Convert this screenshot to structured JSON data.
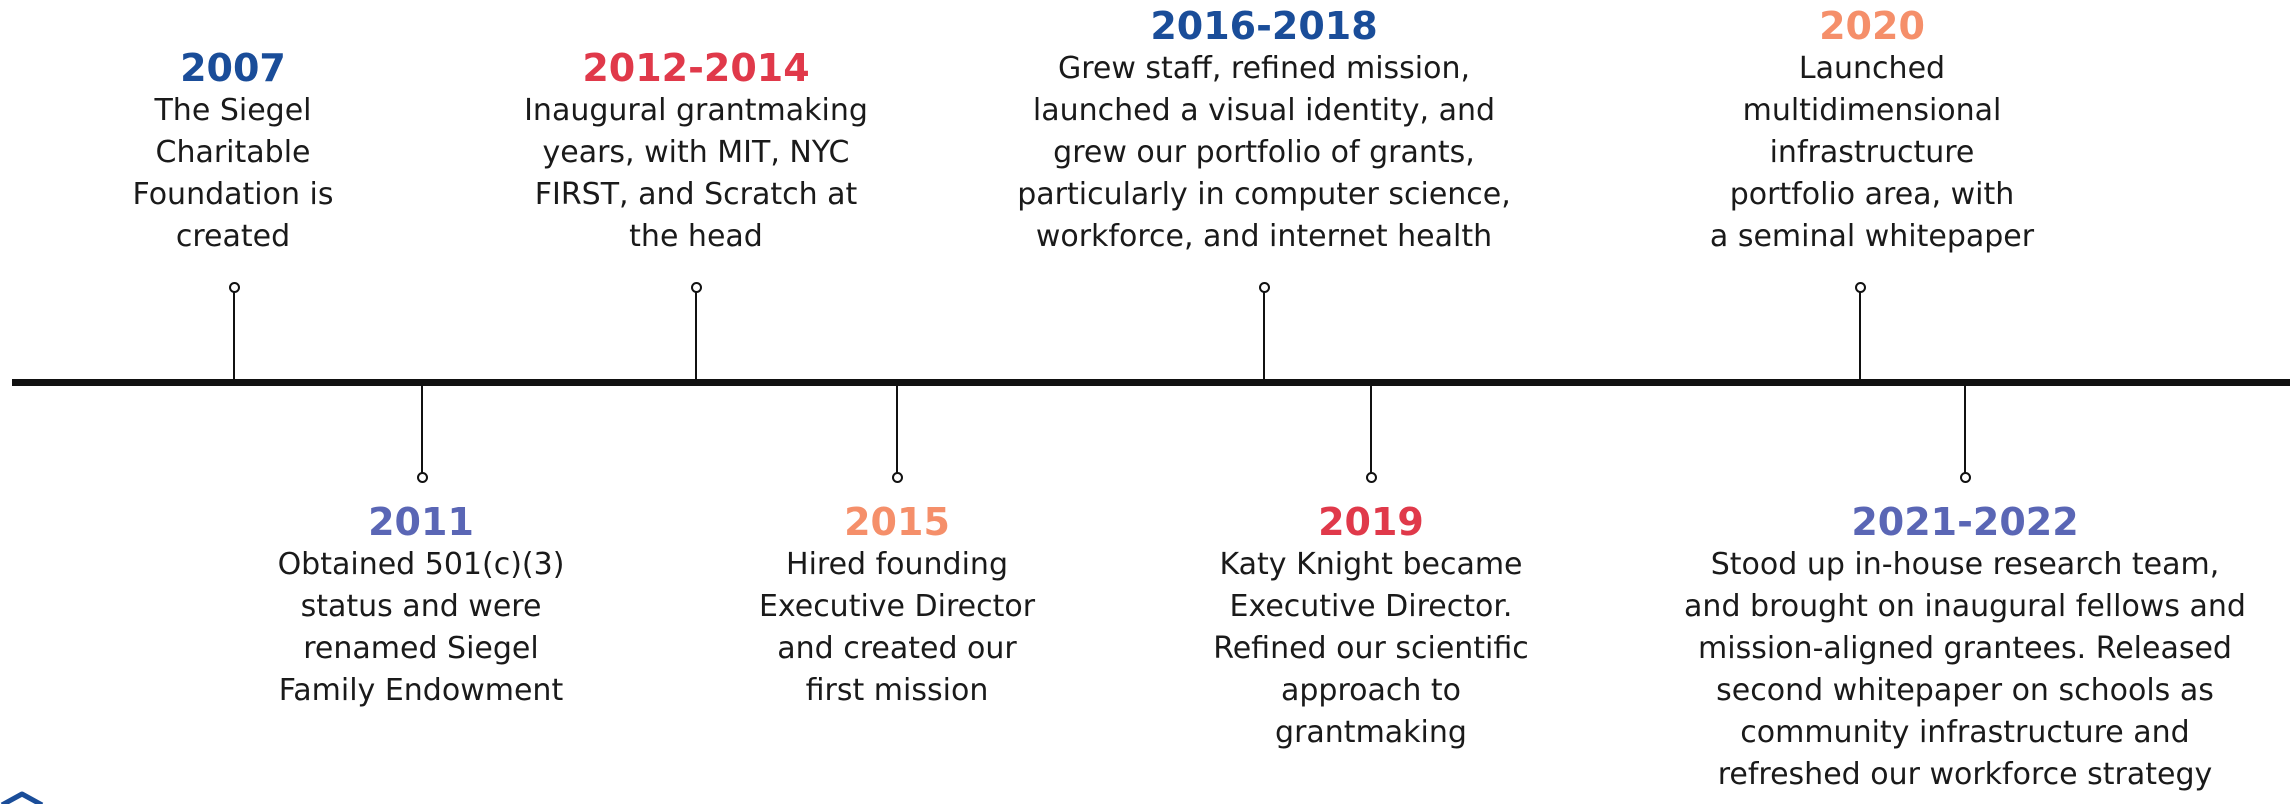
{
  "colors": {
    "navy": "#1a4d99",
    "red": "#e0394a",
    "purple": "#5a66b5",
    "orange": "#f58f6a",
    "line": "#111111"
  },
  "events": [
    {
      "year": "2007",
      "color": "navy",
      "position": "above",
      "lines": [
        "The Siegel",
        "Charitable",
        "Foundation is",
        "created"
      ]
    },
    {
      "year": "2011",
      "color": "purple",
      "position": "below",
      "lines": [
        "Obtained 501(c)(3)",
        "status and were",
        "renamed Siegel",
        "Family Endowment"
      ]
    },
    {
      "year": "2012-2014",
      "color": "red",
      "position": "above",
      "lines": [
        "Inaugural grantmaking",
        "years, with MIT, NYC",
        "FIRST, and Scratch at",
        "the head"
      ]
    },
    {
      "year": "2015",
      "color": "orange",
      "position": "below",
      "lines": [
        "Hired founding",
        "Executive Director",
        "and created our",
        "first mission"
      ]
    },
    {
      "year": "2016-2018",
      "color": "navy",
      "position": "above",
      "lines": [
        "Grew staff, refined mission,",
        "launched a visual identity, and",
        "grew our portfolio of grants,",
        "particularly in computer science,",
        "workforce, and internet health"
      ]
    },
    {
      "year": "2019",
      "color": "red",
      "position": "below",
      "lines": [
        "Katy Knight became",
        "Executive Director.",
        "Refined our scientific",
        "approach to",
        "grantmaking"
      ]
    },
    {
      "year": "2020",
      "color": "orange",
      "position": "above",
      "lines": [
        "Launched",
        "multidimensional",
        "infrastructure",
        "portfolio area, with",
        "a seminal whitepaper"
      ]
    },
    {
      "year": "2021-2022",
      "color": "purple",
      "position": "below",
      "lines": [
        "Stood up in-house research team,",
        "and brought on inaugural fellows and",
        "mission-aligned grantees. Released",
        "second whitepaper on schools as",
        "community infrastructure and",
        "refreshed our workforce strategy"
      ]
    }
  ]
}
